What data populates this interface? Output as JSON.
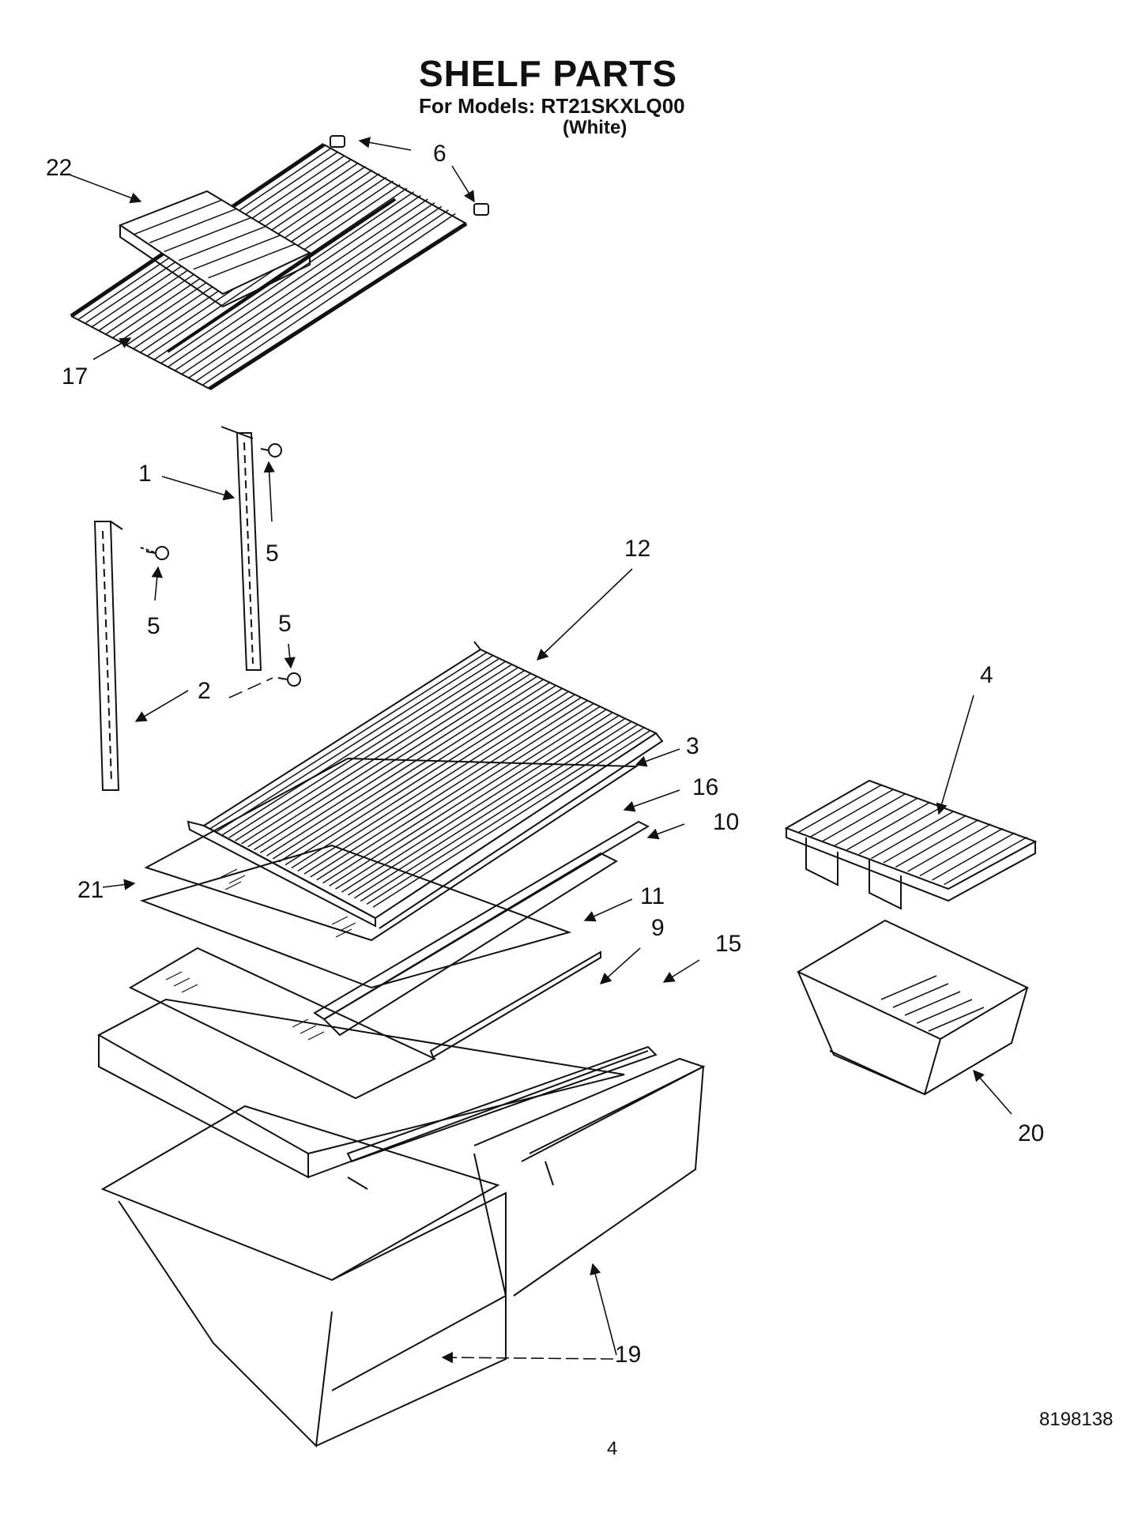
{
  "header": {
    "title": "SHELF PARTS",
    "models_line": "For Models: RT21SKXLQ00",
    "color_line": "(White)"
  },
  "callouts": [
    {
      "id": "22",
      "label": "22"
    },
    {
      "id": "6",
      "label": "6"
    },
    {
      "id": "17",
      "label": "17"
    },
    {
      "id": "1",
      "label": "1"
    },
    {
      "id": "5a",
      "label": "5"
    },
    {
      "id": "5b",
      "label": "5"
    },
    {
      "id": "5c",
      "label": "5"
    },
    {
      "id": "2",
      "label": "2"
    },
    {
      "id": "12",
      "label": "12"
    },
    {
      "id": "3",
      "label": "3"
    },
    {
      "id": "16",
      "label": "16"
    },
    {
      "id": "10",
      "label": "10"
    },
    {
      "id": "21",
      "label": "21"
    },
    {
      "id": "11",
      "label": "11"
    },
    {
      "id": "9",
      "label": "9"
    },
    {
      "id": "15",
      "label": "15"
    },
    {
      "id": "4",
      "label": "4"
    },
    {
      "id": "20",
      "label": "20"
    },
    {
      "id": "19",
      "label": "19"
    }
  ],
  "footer": {
    "page_number": "4",
    "document_number": "8198138"
  }
}
